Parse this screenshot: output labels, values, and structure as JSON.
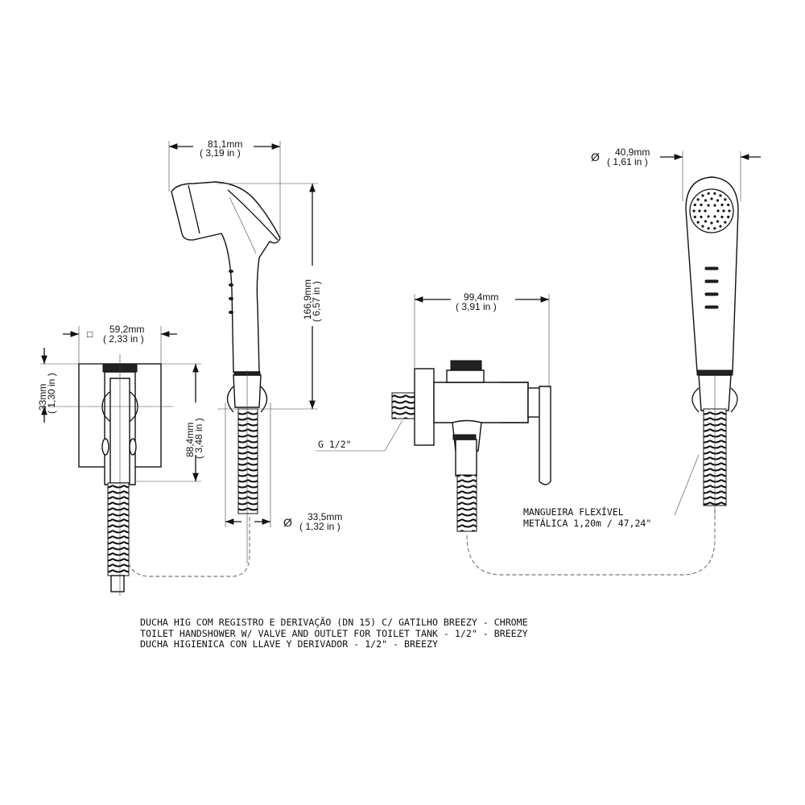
{
  "dimensions": {
    "handshower_width": {
      "mm": "81,1mm",
      "in": "( 3,19 in )"
    },
    "handshower_height": {
      "mm": "166,9mm",
      "in": "( 6,57 in )"
    },
    "plate_side": {
      "symbol": "□",
      "mm": "59,2mm",
      "in": "( 2,33 in )"
    },
    "plate_offset": {
      "mm": "33mm",
      "in": "( 1,30 in )"
    },
    "plate_height": {
      "mm": "88,4mm",
      "in": "( 3,48 in )"
    },
    "holder_diameter": {
      "symbol": "Ø",
      "mm": "33,5mm",
      "in": "( 1,32 in )"
    },
    "valve_width": {
      "mm": "99,4mm",
      "in": "( 3,91 in )"
    },
    "head_diameter": {
      "symbol": "Ø",
      "mm": "40,9mm",
      "in": "( 1,61 in )"
    }
  },
  "labels": {
    "thread": "G 1/2\"",
    "hose_line1": "MANGUEIRA FLEXÍVEL",
    "hose_line2": "METÁLICA 1,20m / 47,24\""
  },
  "description": [
    "DUCHA HIG COM REGISTRO E DERIVAÇÃO (DN 15) C/ GATILHO BREEZY - CHROME",
    "TOILET HANDSHOWER W/ VALVE AND OUTLET FOR TOILET TANK - 1/2\" - BREEZY",
    "DUCHA HIGIENICA CON LLAVE Y DERIVADOR - 1/2\" - BREEZY"
  ]
}
